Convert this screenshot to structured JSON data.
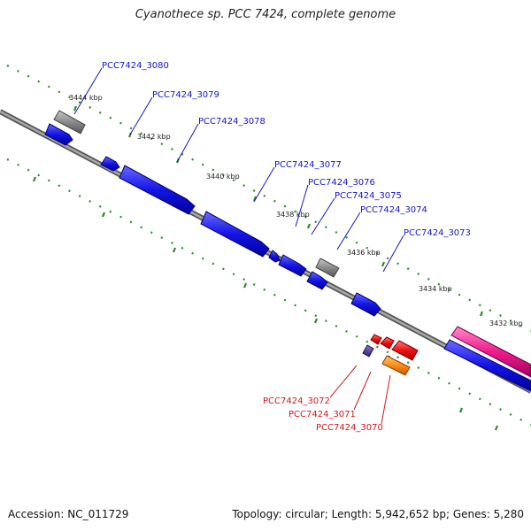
{
  "title": "Cyanothece sp. PCC 7424, complete genome",
  "footer": {
    "accession": "Accession: NC_011729",
    "stats": "Topology: circular; Length: 5,942,652 bp; Genes: 5,280"
  },
  "colors": {
    "backbone": "#7b7b7b",
    "forward_cds": "#1414e6",
    "pseudo_gene": "#8a8a8a",
    "reverse_cds": "#ee1010",
    "rna_gene": "#ff8c1a",
    "misc_feature": "#4b3c8f",
    "pink_feature": "#ee1c8c",
    "tick": "#2b8a2b"
  },
  "scale_labels": [
    "3444 kbp",
    "3442 kbp",
    "3440 kbp",
    "3438 kbp",
    "3436 kbp",
    "3434 kbp",
    "3432 kbp"
  ],
  "gene_labels": {
    "forward": [
      "PCC7424_3080",
      "PCC7424_3079",
      "PCC7424_3078",
      "PCC7424_3077",
      "PCC7424_3076",
      "PCC7424_3075",
      "PCC7424_3074",
      "PCC7424_3073"
    ],
    "reverse": [
      "PCC7424_3072",
      "PCC7424_3071",
      "PCC7424_3070"
    ]
  }
}
